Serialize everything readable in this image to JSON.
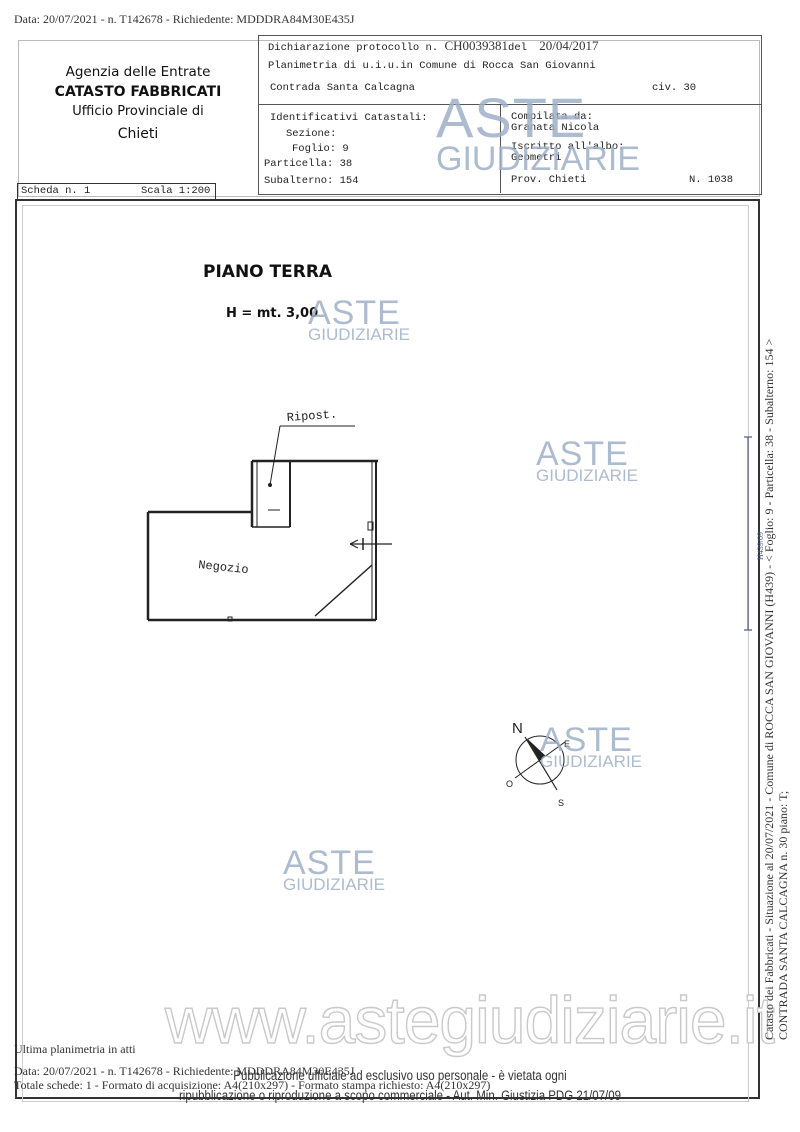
{
  "top_line": "Data: 20/07/2021 - n. T142678 - Richiedente: MDDDRA84M30E435J",
  "header": {
    "agency": "Agenzia delle Entrate",
    "catasto": "CATASTO FABBRICATI",
    "ufficio": "Ufficio Provinciale di",
    "city": "Chieti",
    "dichiarazione_label": "Dichiarazione protocollo n.",
    "protocollo": "CH0039381",
    "del_label": "del",
    "del_date": "20/04/2017",
    "planimetria": "Planimetria di u.i.u.in Comune di Rocca San Giovanni",
    "address": "Contrada Santa Calcagna",
    "civ": "civ. 30",
    "identificativi": "Identificativi Catastali:",
    "sezione": "Sezione:",
    "foglio": "Foglio: 9",
    "particella": "Particella: 38",
    "subalterno": "Subalterno: 154",
    "compilata_label": "Compilata da:",
    "compilata_name": "Granata Nicola",
    "iscritto_label": "Iscritto all'albo:",
    "iscritto_value": "Geometri",
    "prov": "Prov. Chieti",
    "numero": "N. 1038",
    "scheda": "Scheda n. 1",
    "scala": "Scala 1:200"
  },
  "plan": {
    "title": "PIANO TERRA",
    "height": "H = mt. 3,00",
    "room_riposto": "Ripost.",
    "room_negozio": "Negozio",
    "compass_n": "N",
    "compass_e": "E",
    "compass_s": "S",
    "compass_o": "O"
  },
  "side_text": {
    "line1": "Catasto dei Fabbricati - Situazione al 20/07/2021 - Comune di ROCCA SAN GIOVANNI (H439) - < Foglio: 9 - Particella: 38 - Subalterno: 154 >",
    "line2": "CONTRADA SANTA CALCAGNA n. 30 piano: T;",
    "small": "H439/09"
  },
  "watermark": {
    "aste": "ASTE",
    "giudiziarie": "GIUDIZIARIE",
    "site": "www.astegiudiziarie.it"
  },
  "footer": {
    "ultima": "Ultima planimetria in atti",
    "data": "Data: 20/07/2021 - n. T142678 - Richiedente: MDDDRA84M30E435J",
    "totale": "Totale schede: 1 - Formato di acquisizione: A4(210x297) - Formato stampa richiesto: A4(210x297)",
    "pub1": "Pubblicazione ufficiale ad esclusivo uso personale - è vietata ogni",
    "pub2": "ripubblicazione o riproduzione a scopo commerciale - Aut. Min. Giustizia PDG 21/07/09"
  }
}
